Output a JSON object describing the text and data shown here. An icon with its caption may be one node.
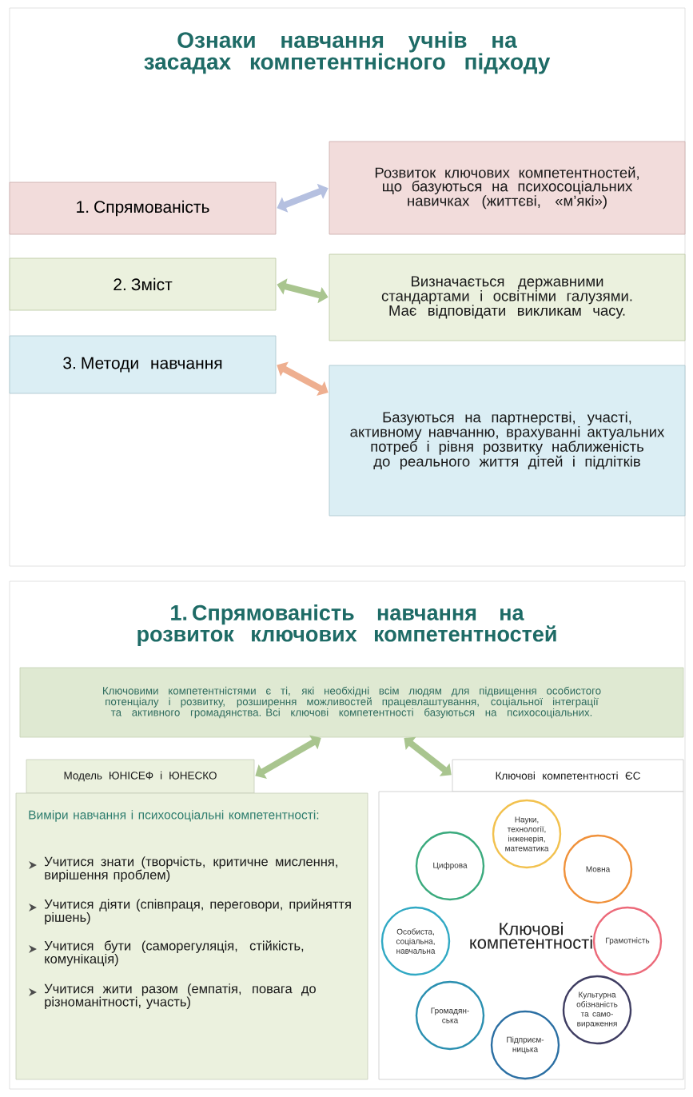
{
  "diagram": {
    "nodes": [
      {
        "text": [
          "Ознаки навчання учнів на засадах компетентнісного підходу"
        ]
      },
      {
        "text": [
          "1. Спрямованість"
        ],
        "in": 0
      },
      {
        "text": [
          "Розвиток ключових компетентностей, що базуються на психосоціальних навичках (життєві, «м’які»)"
        ],
        "in": 0
      },
      {
        "text": [
          "2. Зміст"
        ],
        "in": 0
      },
      {
        "text": [
          "Визначається державними стандартами і освітніми галузями. Має відповідати викликам часу."
        ],
        "in": 0
      },
      {
        "text": [
          "3. Методи навчання"
        ],
        "in": 0
      },
      {
        "text": [
          "Базуються на партнерстві, участі, активному навчанню, врахуванні актуальних потреб і рівня розвитку наближеність до реального життя дітей і підлітків"
        ],
        "in": 0
      },
      {
        "text": [
          "1. Спрямованість навчання на розвиток ключових компетентностей"
        ]
      },
      {
        "text": [
          "Ключовими компетентністями є ті, які необхідні всім людям для підвищення особистого потенціалу і розвитку, розширення можливостей працевлаштування, соціальної інтеграції та активного громадянства. Всі ключові компетентності базуються на психосоціальних."
        ],
        "in": 7
      },
      {
        "text": [
          "Модель ЮНІСЕФ і ЮНЕСКО"
        ],
        "in": 7
      },
      {
        "text": [
          "Виміри навчання і психосоціальні компетентності:",
          "Учитися знати (творчість, критичне мислення, вирішення проблем)",
          "Учитися діяти (співпраця, переговори, прийняття рішень)",
          "Учитися бути (саморегуляція, стійкість, комунікація)",
          "Учитися жити разом (емпатія, повага до різноманітності, участь)"
        ],
        "in": 7
      },
      {
        "text": [
          "Ключові компетентності ЄС"
        ],
        "in": 7
      },
      {
        "text": [
          "Ключові компетентності"
        ],
        "in": 7
      },
      {
        "text": [
          "Науки, технології, інженерія, математика"
        ],
        "in": 12
      },
      {
        "text": [
          "Мовна"
        ],
        "in": 12
      },
      {
        "text": [
          "Грамотність"
        ],
        "in": 12
      },
      {
        "text": [
          "Культурна обізнаність та само-вираження"
        ],
        "in": 12
      },
      {
        "text": [
          "Підприєм-ницька"
        ],
        "in": 12
      },
      {
        "text": [
          "Громадян-ська"
        ],
        "in": 12
      },
      {
        "text": [
          "Особиста, соціальна, навчальна"
        ],
        "in": 12
      },
      {
        "text": [
          "Цифрова"
        ],
        "in": 12
      }
    ],
    "edges": [
      {
        "from": 1,
        "to": 2,
        "arrow": "both",
        "color": "#9dabd6"
      },
      {
        "from": 3,
        "to": 4,
        "arrow": "both"
      },
      {
        "from": 5,
        "to": 6,
        "arrow": "both",
        "color": "#e8956b"
      },
      {
        "from": 8,
        "to": 9,
        "arrow": "both"
      },
      {
        "from": 8,
        "to": 11,
        "arrow": "both"
      }
    ]
  }
}
